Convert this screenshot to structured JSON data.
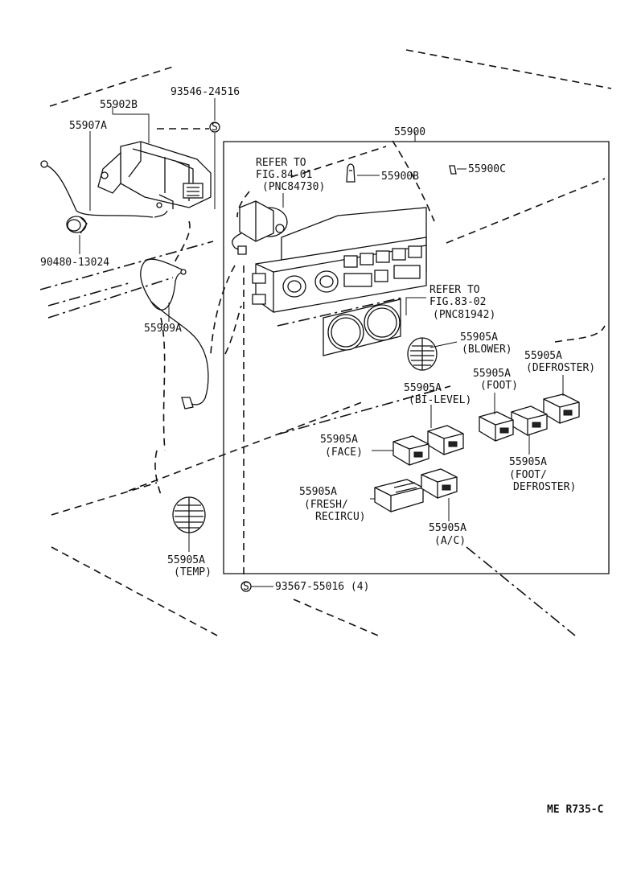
{
  "diagram": {
    "labels": {
      "p93546": "93546-24516",
      "p55902B": "55902B",
      "p55907A": "55907A",
      "p55900": "55900",
      "refer1_a": "REFER TO",
      "refer1_b": "FIG.84-01",
      "refer1_c": "(PNC84730)",
      "p55900B": "55900B",
      "p55900C": "55900C",
      "p90480": "90480-13024",
      "refer2_a": "REFER TO",
      "refer2_b": "FIG.83-02",
      "refer2_c": "(PNC81942)",
      "p55909A": "55909A",
      "blower_num": "55905A",
      "blower_name": "(BLOWER)",
      "defroster_num": "55905A",
      "defroster_name": "(DEFROSTER)",
      "foot_num": "55905A",
      "foot_name": "(FOOT)",
      "bilevel_num": "55905A",
      "bilevel_name": "(BI-LEVEL)",
      "face_num": "55905A",
      "face_name": "(FACE)",
      "footdef_num": "55905A",
      "footdef_name1": "(FOOT/",
      "footdef_name2": "DEFROSTER)",
      "fresh_num": "55905A",
      "fresh_name1": "(FRESH/",
      "fresh_name2": "RECIRCU)",
      "ac_num": "55905A",
      "ac_name": "(A/C)",
      "temp_num": "55905A",
      "temp_name": "(TEMP)",
      "p93567": "93567-55016 (4)"
    },
    "footer_code": "ME  R735-C",
    "screw_symbol": "S"
  }
}
